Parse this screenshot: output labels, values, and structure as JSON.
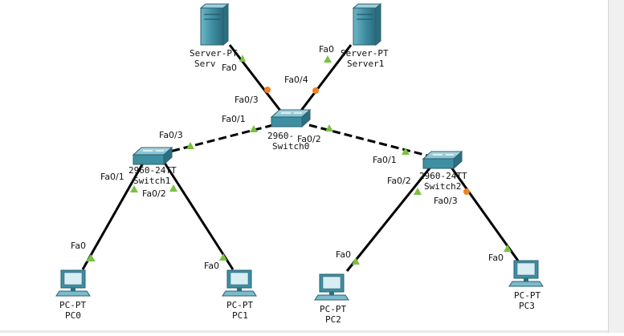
{
  "devices": {
    "server0": {
      "model": "Server-PT",
      "name": "Serv"
    },
    "server1": {
      "model": "Server-PT",
      "name": "Server1"
    },
    "switch0": {
      "model": "2960-",
      "name": "Switch0"
    },
    "switch1": {
      "model": "2960-24TT",
      "name": "Switch1"
    },
    "switch2": {
      "model": "2960-24TT",
      "name": "Switch2"
    },
    "pc0": {
      "model": "PC-PT",
      "name": "PC0"
    },
    "pc1": {
      "model": "PC-PT",
      "name": "PC1"
    },
    "pc2": {
      "model": "PC-PT",
      "name": "PC2"
    },
    "pc3": {
      "model": "PC-PT",
      "name": "PC3"
    }
  },
  "ports": {
    "server0_fa0": "Fa0",
    "server1_fa0": "Fa0",
    "sw0_fa0_3": "Fa0/3",
    "sw0_fa0_4": "Fa0/4",
    "sw0_fa0_1": "Fa0/1",
    "sw0_fa0_2": "Fa0/2",
    "sw1_fa0_3": "Fa0/3",
    "sw1_fa0_1": "Fa0/1",
    "sw1_fa0_2": "Fa0/2",
    "sw2_fa0_1": "Fa0/1",
    "sw2_fa0_2": "Fa0/2",
    "sw2_fa0_3": "Fa0/3",
    "pc0_fa0": "Fa0",
    "pc1_fa0": "Fa0",
    "pc2_fa0": "Fa0",
    "pc3_fa0": "Fa0"
  },
  "colors": {
    "link_up": "#7ac142",
    "link_blocking": "#f0821e",
    "device_teal": "#3f8fa3",
    "cable": "#000000"
  }
}
